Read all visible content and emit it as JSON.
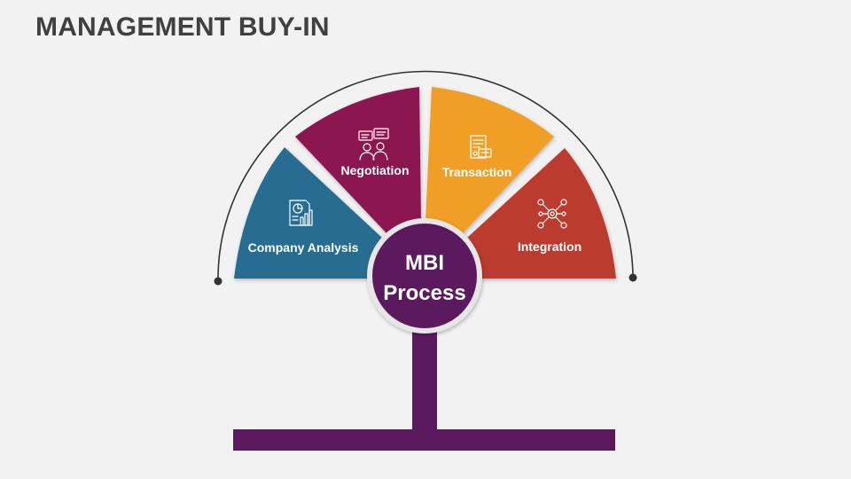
{
  "title": "MANAGEMENT BUY-IN",
  "hub": {
    "line1": "MBI",
    "line2": "Process",
    "color": "#5c1a5e"
  },
  "segments": [
    {
      "label": "Company Analysis",
      "color": "#256d91",
      "icon": "report-chart-icon"
    },
    {
      "label": "Negotiation",
      "color": "#8c1550",
      "icon": "negotiation-icon"
    },
    {
      "label": "Transaction",
      "color": "#f09e28",
      "icon": "transaction-document-icon"
    },
    {
      "label": "Integration",
      "color": "#bb3a2f",
      "icon": "integration-network-icon"
    }
  ],
  "arc_color": "#333333"
}
